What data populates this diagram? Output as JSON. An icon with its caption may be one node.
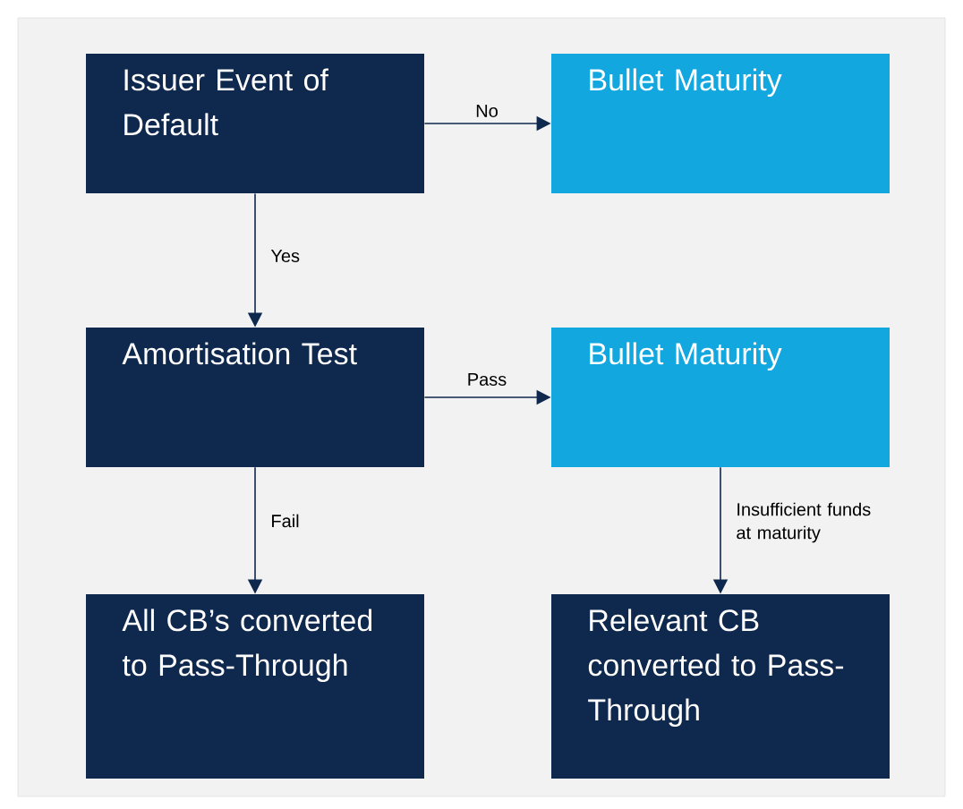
{
  "diagram": {
    "nodes": [
      {
        "text": [
          "Issuer Event of Default"
        ]
      },
      {
        "text": [
          "Bullet Maturity"
        ]
      },
      {
        "text": [
          "Amortisation Test"
        ]
      },
      {
        "text": [
          "Bullet Maturity"
        ]
      },
      {
        "text": [
          "All CB’s converted to Pass-Through"
        ]
      },
      {
        "text": [
          "Relevant CB converted to Pass-Through"
        ]
      }
    ],
    "edges": [
      {
        "from": 0,
        "to": 1,
        "arrow": "to",
        "label": "No"
      },
      {
        "from": 0,
        "to": 2,
        "arrow": "to",
        "label": "Yes"
      },
      {
        "from": 2,
        "to": 3,
        "arrow": "to",
        "label": "Pass"
      },
      {
        "from": 2,
        "to": 4,
        "arrow": "to",
        "label": "Fail"
      },
      {
        "from": 3,
        "to": 5,
        "arrow": "to",
        "label": "Insufficient funds at maturity"
      }
    ]
  }
}
